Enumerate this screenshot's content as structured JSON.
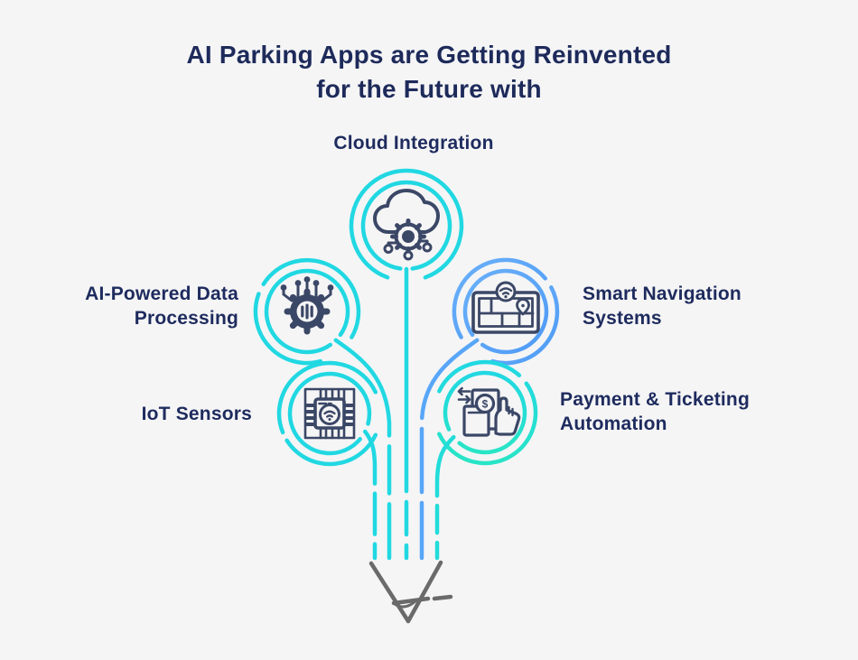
{
  "title": {
    "line1": "AI Parking Apps are Getting Reinvented",
    "line2": "for the Future with"
  },
  "nodes": [
    {
      "id": "cloud-integration",
      "label": "Cloud Integration",
      "label_lines": [
        "Cloud Integration"
      ],
      "icon": "cloud-gear-icon",
      "color": "#21d8e2",
      "label_side": "top"
    },
    {
      "id": "ai-powered-data-processing",
      "label": "AI-Powered Data Processing",
      "label_lines": [
        "AI-Powered Data",
        "Processing"
      ],
      "icon": "ai-processor-icon",
      "color": "#21d8e2",
      "label_side": "left"
    },
    {
      "id": "smart-navigation-systems",
      "label": "Smart Navigation Systems",
      "label_lines": [
        "Smart Navigation",
        "Systems"
      ],
      "icon": "map-navigation-icon",
      "color": "#58a6f8",
      "label_side": "right"
    },
    {
      "id": "iot-sensors",
      "label": "IoT Sensors",
      "label_lines": [
        "IoT Sensors"
      ],
      "icon": "iot-chip-icon",
      "color": "#21d8e2",
      "label_side": "left"
    },
    {
      "id": "payment-ticketing-automation",
      "label": "Payment & Ticketing Automation",
      "label_lines": [
        "Payment & Ticketing",
        "Automation"
      ],
      "icon": "payment-automation-icon",
      "color": "#24ddd4",
      "label_side": "right"
    }
  ],
  "footer_shape": "pencil-tip",
  "colors": {
    "background": "#f5f5f6",
    "cyan": "#21d8e2",
    "blue": "#58a6f8",
    "teal": "#28e5c6",
    "navy_text": "#1d2a5a",
    "icon_navy": "#3b4766",
    "pencil_gray": "#6a6a6a"
  }
}
